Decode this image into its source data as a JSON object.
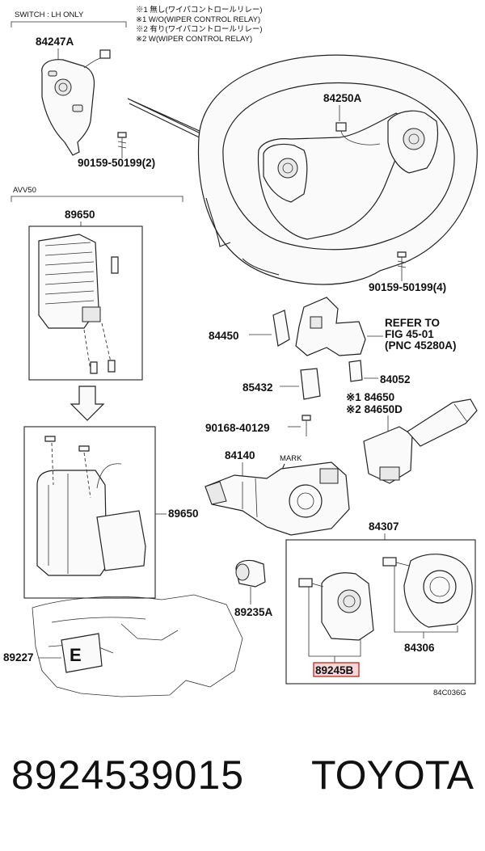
{
  "notes": {
    "switch_header": "SWITCH : LH ONLY",
    "legend": [
      "※1 無し(ワイパコントロールリレー)",
      "※1 W/O(WIPER CONTROL RELAY)",
      "※2 有り(ワイパコントロールリレー)",
      "※2 W(WIPER CONTROL RELAY)"
    ],
    "avv_header": "AVV50",
    "mark": "MARK",
    "refer": [
      "REFER TO",
      "FIG 45-01",
      "(PNC 45280A)"
    ],
    "drawing_code": "84C036G"
  },
  "parts": {
    "p84247A": "84247A",
    "p84250A": "84250A",
    "p90159_2": "90159-50199(2)",
    "p89650_top": "89650",
    "p90159_4": "90159-50199(4)",
    "p84450": "84450",
    "p85432": "85432",
    "p84052": "84052",
    "p84650": "※1 84650",
    "p84650D": "※2 84650D",
    "p90168": "90168-40129",
    "p84140": "84140",
    "p89650_mid": "89650",
    "p84307": "84307",
    "p89235A": "89235A",
    "p89227": "89227",
    "p84306": "84306",
    "p89245B": "89245B"
  },
  "footer": {
    "part_number": "8924539015",
    "brand": "TOYOTA"
  }
}
